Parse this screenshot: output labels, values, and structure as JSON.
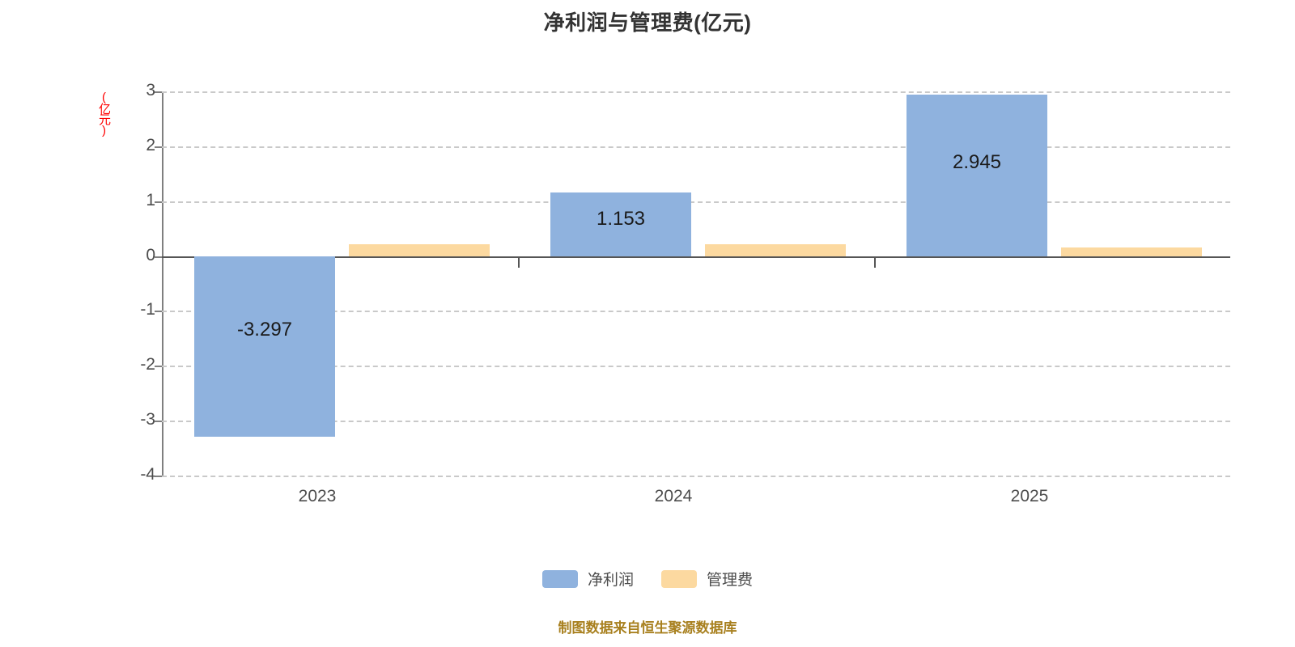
{
  "chart_data": {
    "type": "bar",
    "title": "净利润与管理费(亿元)",
    "xlabel": "",
    "ylabel": "(亿元)",
    "ylim": [
      -4,
      3
    ],
    "yticks": [
      3,
      2,
      1,
      0,
      -1,
      -2,
      -3,
      -4
    ],
    "ytick_labels": [
      "3",
      "2",
      "1",
      "0",
      "-1",
      "-2",
      "-3",
      "-4"
    ],
    "grid": true,
    "legend_position": "bottom-center",
    "categories": [
      "2023",
      "2024",
      "2025"
    ],
    "series": [
      {
        "name": "净利润",
        "color": "#8fb2de",
        "values": [
          -3.297,
          1.153,
          2.945
        ],
        "labels": [
          "-3.297",
          "1.153",
          "2.945"
        ]
      },
      {
        "name": "管理费",
        "color": "#fcd9a0",
        "values": [
          0.22,
          0.22,
          0.15
        ],
        "labels": [
          "",
          "",
          ""
        ]
      }
    ]
  },
  "footer": {
    "note": "制图数据来自恒生聚源数据库",
    "color": "#a8801f"
  },
  "axis": {
    "y_title_color": "#ff0000"
  }
}
